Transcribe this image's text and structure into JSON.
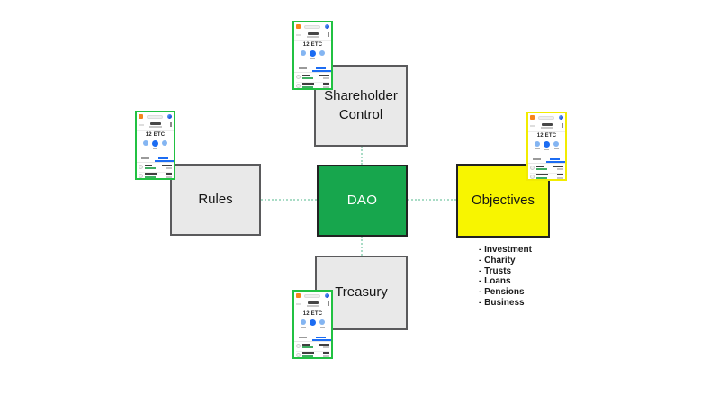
{
  "diagram": {
    "nodes": {
      "dao": {
        "label": "DAO",
        "fill": "#17A64D",
        "text_color": "#FFFFFF"
      },
      "shareholder_control": {
        "label": "Shareholder Control",
        "fill": "#E9E9E9"
      },
      "rules": {
        "label": "Rules",
        "fill": "#E9E9E9"
      },
      "objectives": {
        "label": "Objectives",
        "fill": "#F8F500"
      },
      "treasury": {
        "label": "Treasury",
        "fill": "#E9E9E9"
      }
    },
    "objectives_list": {
      "items": [
        "- Investment",
        "- Charity",
        "- Trusts",
        "- Loans",
        "- Pensions",
        "- Business"
      ]
    },
    "connector_color": "#A9DCC6"
  },
  "wallet_thumbnail": {
    "balance": "12 ETC",
    "border_green": "#21C142",
    "border_yellow": "#F2EC00",
    "icons": {
      "top_left": "metamask-fox-icon",
      "top_center": "network-pill",
      "top_right": "account-avatar-icon",
      "actions": [
        "buy-action-icon",
        "send-action-icon",
        "swap-action-icon"
      ]
    }
  }
}
